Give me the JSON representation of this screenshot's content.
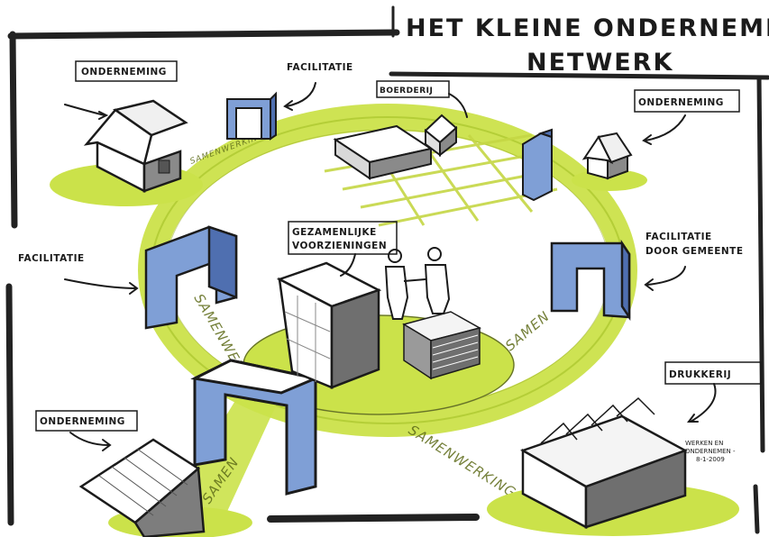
{
  "title": {
    "line1": "HET KLEINE ONDERNEMERS",
    "line2": "NETWERK"
  },
  "labels": {
    "onderneming_top_left": "ONDERNEMING",
    "facilitatie_top": "FACILITATIE",
    "boerderij": "BOERDERIJ",
    "onderneming_top_right": "ONDERNEMING",
    "facilitatie_left": "FACILITATIE",
    "gezamenlijke_1": "GEZAMENLIJKE",
    "gezamenlijke_2": "VOORZIENINGEN",
    "facilitatie_gemeente_1": "FACILITATIE",
    "facilitatie_gemeente_2": "DOOR GEMEENTE",
    "onderneming_bottom_left": "ONDERNEMING",
    "drukkerij": "DRUKKERIJ",
    "note_1": "WERKEN EN",
    "note_2": "ONDERNEMEN -",
    "note_3": "8-1-2009"
  },
  "ring_words": {
    "samenwerking_left": "SAMENWERKING",
    "samenwerking_right": "SAMEN",
    "samenwerking_bottom": "SAMENWERKING",
    "samen_front": "SAMEN",
    "samenwerking_top": "SAMENWERKING"
  },
  "colors": {
    "lime": "#cbe24a",
    "lime_dark": "#a9c42c",
    "gate_blue": "#7f9fd6",
    "gate_blue_dark": "#4f6fb0",
    "ink": "#1b1b1b",
    "shadow_grey": "#7d7d7d"
  }
}
